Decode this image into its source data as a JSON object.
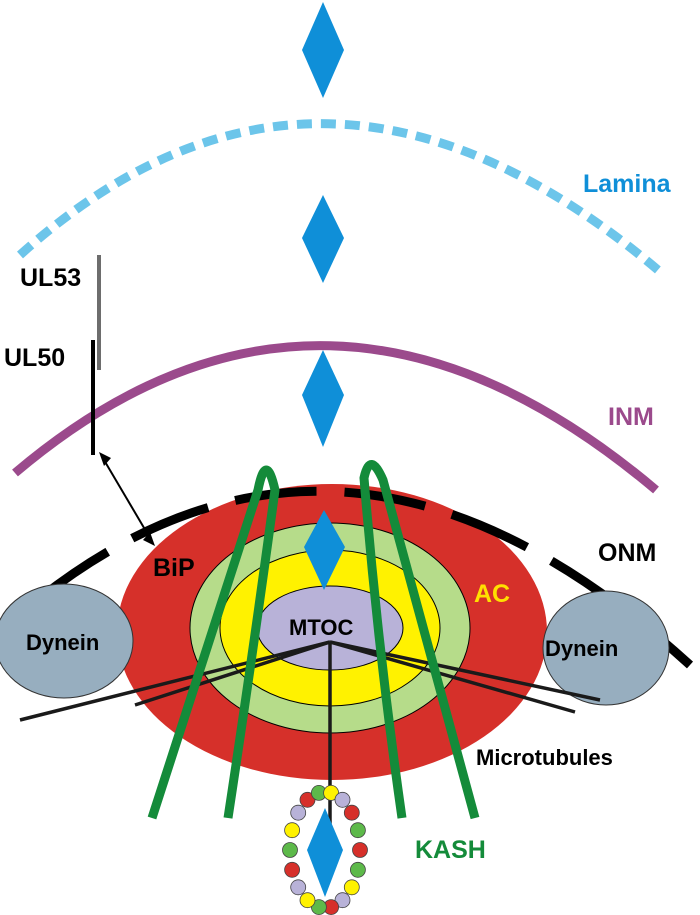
{
  "labels": {
    "lamina": "Lamina",
    "inm": "INM",
    "onm": "ONM",
    "ul53": "UL53",
    "ul50": "UL50",
    "bip": "BiP",
    "ac": "AC",
    "mtoc": "MTOC",
    "dynein_left": "Dynein",
    "dynein_right": "Dynein",
    "microtubules": "Microtubules",
    "kash": "KASH"
  },
  "colors": {
    "lamina": "#6CC5EA",
    "diamond": "#0F8FD8",
    "inm": "#9B4A8C",
    "onm": "#000000",
    "ac_outer": "#D6302A",
    "ac_ring2": "#B6DC8A",
    "ac_ring3": "#FFF200",
    "mtoc": "#B8B2D8",
    "dynein": "#97AEBF",
    "kash": "#148B3A",
    "ac_text": "#FFE000",
    "bead_colors": [
      "#D6302A",
      "#5DB94A",
      "#FFF200",
      "#B8B2D8"
    ]
  }
}
